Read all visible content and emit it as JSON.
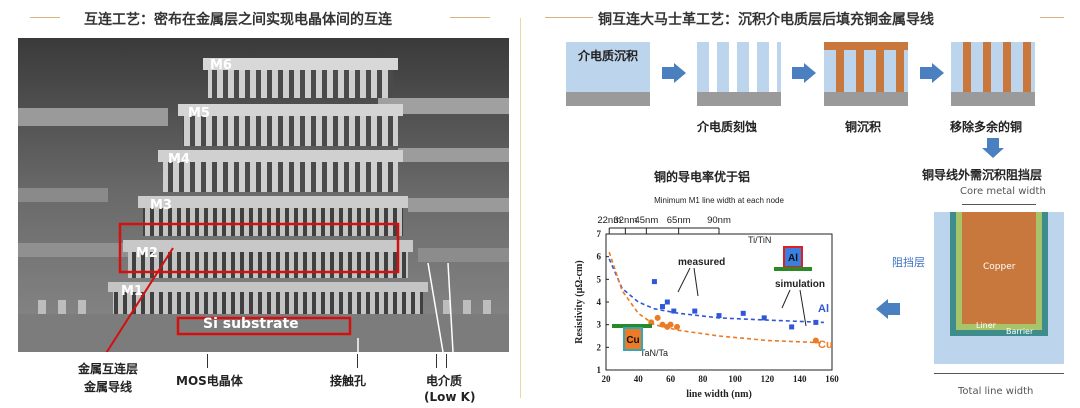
{
  "left": {
    "title": "互连工艺：密布在金属层之间实现电晶体间的互连",
    "sem_labels": [
      "M6",
      "M5",
      "M4",
      "M3",
      "M2",
      "M1",
      "Si substrate"
    ],
    "annotations": {
      "metal_layer": "金属互连层",
      "metal_wire": "金属导线",
      "mos": "MOS电晶体",
      "contact": "接触孔",
      "dielectric": "电介质",
      "lowk": "(Low K)"
    }
  },
  "right": {
    "title": "铜互连大马士革工艺：沉积介电质层后填充铜金属导线",
    "steps": [
      "介电质沉积",
      "介电质刻蚀",
      "铜沉积",
      "移除多余的铜"
    ],
    "barrier_note": "铜导线外需沉积阻挡层",
    "chart_caption": "铜的导电率优于铝",
    "cross_section": {
      "core": "Core metal width",
      "copper": "Copper",
      "liner": "Liner",
      "barrier": "Barrier",
      "total": "Total line width",
      "barrier_layer": "阻挡层"
    },
    "colors": {
      "dielectric": "#bdd5ec",
      "copper": "#c8783c",
      "substrate": "#9a9a9a",
      "arrow": "#4a7fc0",
      "liner": "#a8c46a",
      "barrier": "#3f8c8c"
    }
  },
  "chart_data": {
    "type": "scatter",
    "title": "Minimum M1 line width at each node",
    "xlabel": "line width (nm)",
    "ylabel": "Resistivity (μΩ-cm)",
    "xlim": [
      20,
      160
    ],
    "ylim": [
      1,
      7
    ],
    "xticks": [
      20,
      40,
      60,
      80,
      100,
      120,
      140,
      160
    ],
    "yticks": [
      1,
      2,
      3,
      4,
      5,
      6,
      7
    ],
    "nodes": [
      {
        "label": "22nm",
        "x": 22
      },
      {
        "label": "32nm",
        "x": 32
      },
      {
        "label": "45nm",
        "x": 45
      },
      {
        "label": "65nm",
        "x": 65
      },
      {
        "label": "90nm",
        "x": 90
      }
    ],
    "series": [
      {
        "name": "Al",
        "color": "#2f57d6",
        "measured": [
          [
            50,
            4.9
          ],
          [
            55,
            3.8
          ],
          [
            58,
            4.0
          ],
          [
            62,
            3.6
          ],
          [
            75,
            3.6
          ],
          [
            90,
            3.4
          ],
          [
            105,
            3.5
          ],
          [
            118,
            3.3
          ],
          [
            135,
            2.9
          ],
          [
            150,
            3.1
          ]
        ],
        "simulation": [
          [
            22,
            5.9
          ],
          [
            30,
            4.6
          ],
          [
            40,
            4.0
          ],
          [
            50,
            3.7
          ],
          [
            65,
            3.5
          ],
          [
            90,
            3.3
          ],
          [
            120,
            3.2
          ],
          [
            155,
            3.1
          ]
        ]
      },
      {
        "name": "Cu",
        "color": "#ec7a26",
        "measured": [
          [
            48,
            3.1
          ],
          [
            52,
            3.3
          ],
          [
            55,
            3.0
          ],
          [
            58,
            2.9
          ],
          [
            60,
            3.0
          ],
          [
            64,
            2.9
          ],
          [
            150,
            2.3
          ]
        ],
        "simulation": [
          [
            22,
            6.2
          ],
          [
            30,
            4.5
          ],
          [
            40,
            3.5
          ],
          [
            50,
            3.0
          ],
          [
            65,
            2.75
          ],
          [
            90,
            2.5
          ],
          [
            120,
            2.3
          ],
          [
            155,
            2.2
          ]
        ]
      }
    ],
    "annotations": [
      "measured",
      "simulation",
      "Ti/TiN",
      "TaN/Ta",
      "Al",
      "Cu"
    ]
  }
}
